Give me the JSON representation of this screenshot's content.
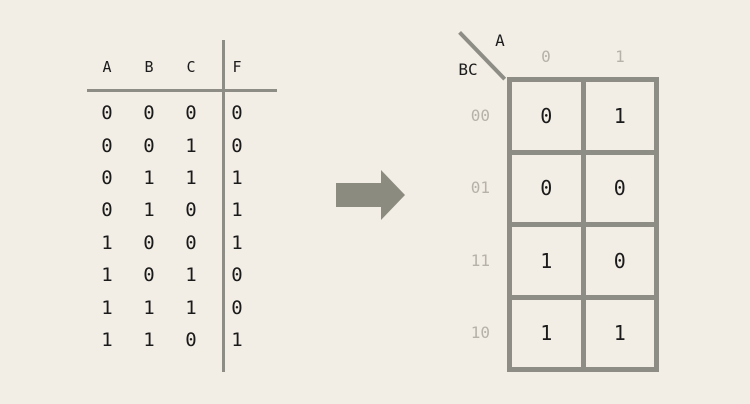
{
  "colors": {
    "background": "#f2ede5",
    "line": "#8d8d85",
    "arrow": "#8b8b80",
    "muted_label": "#b6b1a9",
    "text": "#1b1b1b"
  },
  "truth_table": {
    "headers": [
      "A",
      "B",
      "C",
      "F"
    ],
    "rows": [
      [
        "0",
        "0",
        "0",
        "0"
      ],
      [
        "0",
        "0",
        "1",
        "0"
      ],
      [
        "0",
        "1",
        "1",
        "1"
      ],
      [
        "0",
        "1",
        "0",
        "1"
      ],
      [
        "1",
        "0",
        "0",
        "1"
      ],
      [
        "1",
        "0",
        "1",
        "0"
      ],
      [
        "1",
        "1",
        "1",
        "0"
      ],
      [
        "1",
        "1",
        "0",
        "1"
      ]
    ]
  },
  "kmap": {
    "corner_top_label": "A",
    "corner_side_label": "BC",
    "col_labels": [
      "0",
      "1"
    ],
    "row_labels": [
      "00",
      "01",
      "11",
      "10"
    ],
    "cells": [
      [
        "0",
        "1"
      ],
      [
        "0",
        "0"
      ],
      [
        "1",
        "0"
      ],
      [
        "1",
        "1"
      ]
    ]
  }
}
